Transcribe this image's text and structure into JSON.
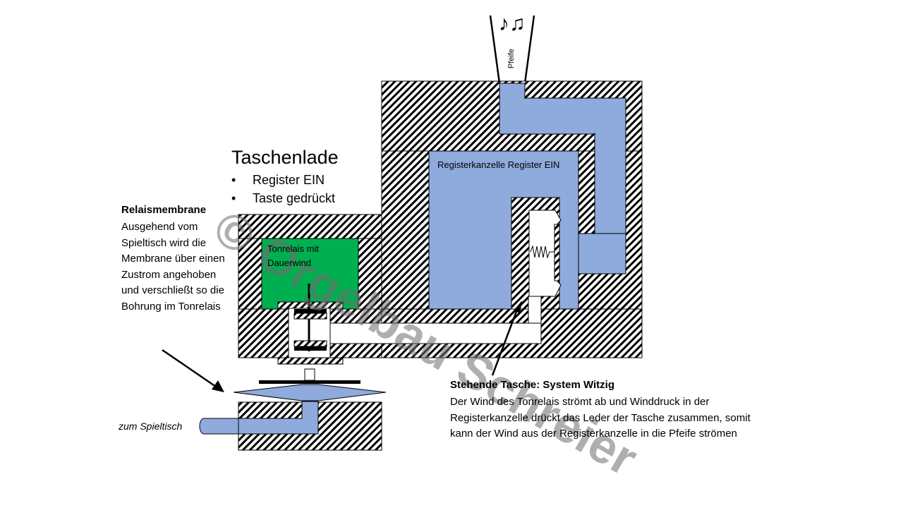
{
  "title": "Taschenlade",
  "bullets": [
    {
      "text": "Register EIN"
    },
    {
      "text": "Taste gedrückt"
    }
  ],
  "bullet_symbol": "•",
  "relaismembrane": {
    "heading": "Relaismembrane",
    "text": "Ausgehend vom Spieltisch wird die Membrane über einen  Zustrom angehoben und verschließt so die Bohrung im Tonrelais"
  },
  "labels": {
    "registerkanzelle": "Registerkanzelle Register EIN",
    "tonrelais": "Tonrelais mit Dauerwind",
    "pfeife": "Pfeife",
    "spieltisch": "zum Spieltisch",
    "notes": "♪♫"
  },
  "stehende_tasche": {
    "heading": "Stehende Tasche: System Witzig",
    "text": "Der Wind des Tonrelais strömt ab und Winddruck in der Registerkanzelle drückt das Leder der Tasche zusammen, somit kann der Wind aus der Registerkanzelle in die Pfeife strömen"
  },
  "watermark": "© Orgelbau Schreier",
  "colors": {
    "air": "#8faadc",
    "tonrelais_green": "#00b050",
    "hatch": "#000000"
  }
}
